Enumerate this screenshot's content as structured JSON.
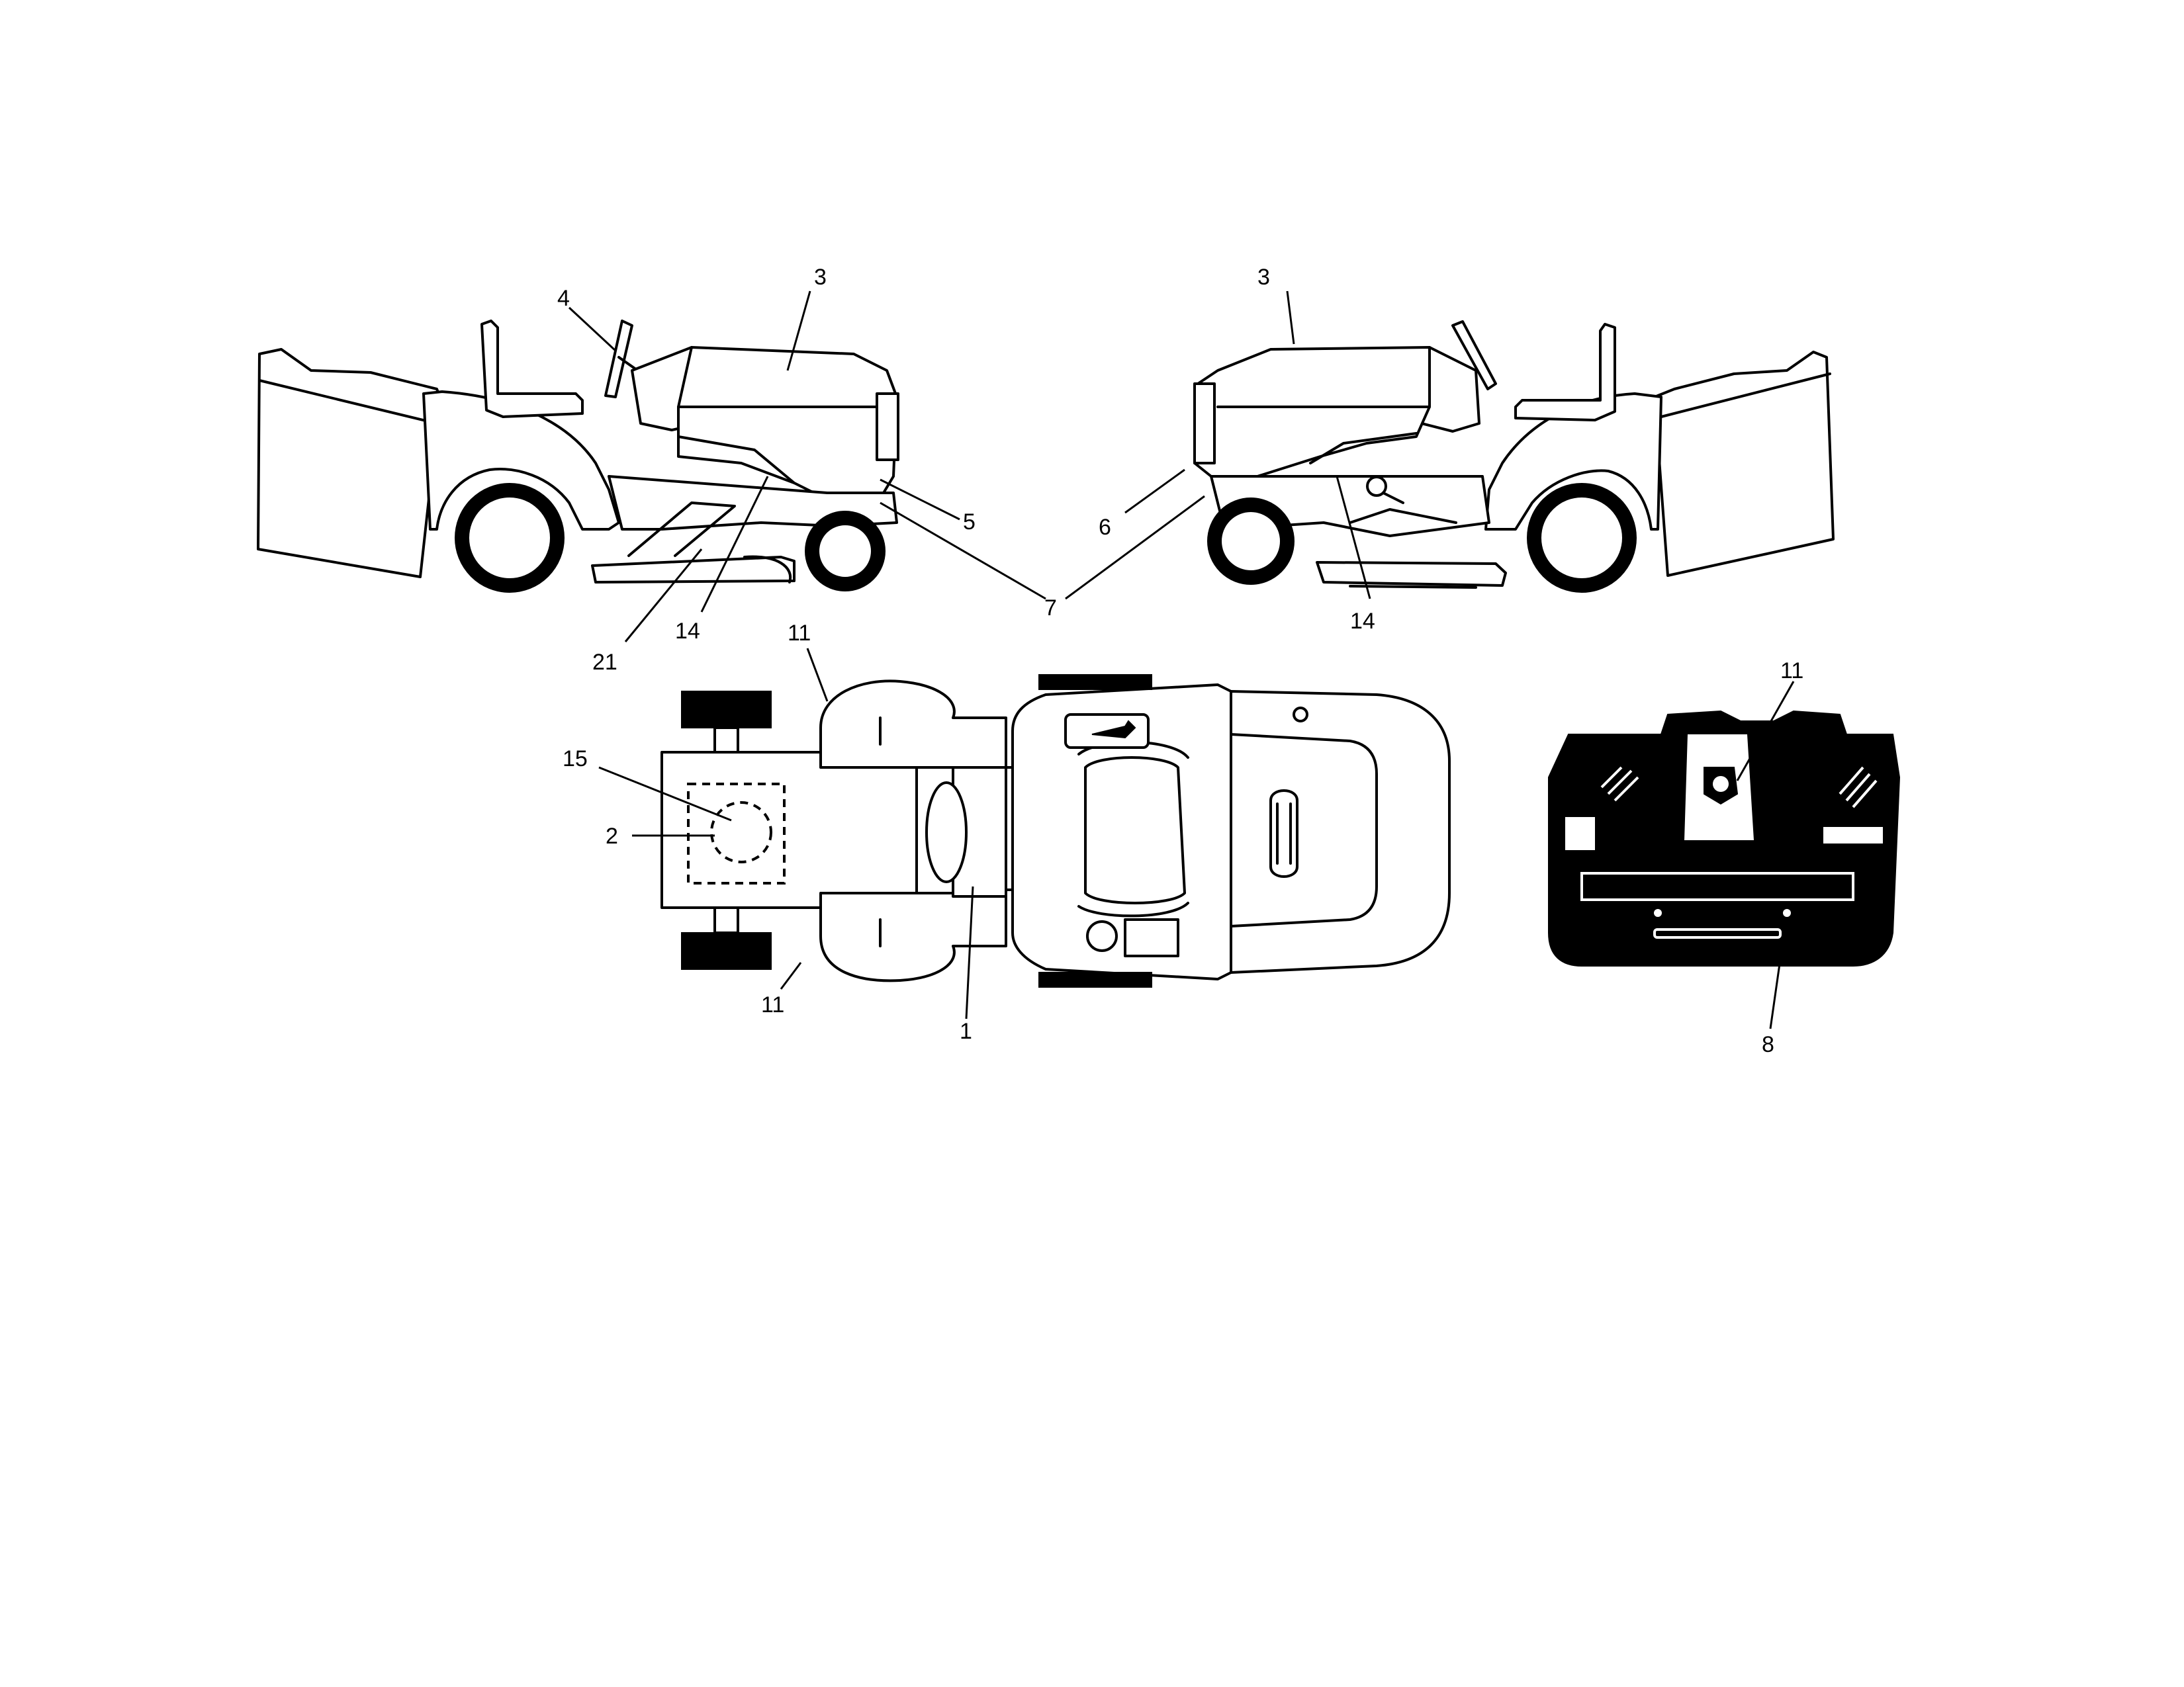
{
  "callouts": {
    "left_side": {
      "c3": "3",
      "c4": "4",
      "c5": "5",
      "c7": "7",
      "c14": "14",
      "c21": "21"
    },
    "right_side": {
      "c3": "3",
      "c6": "6",
      "c14": "14"
    },
    "top_view": {
      "c11a": "11",
      "c11b": "11",
      "c15": "15",
      "c2": "2",
      "c1": "1"
    },
    "rear_view": {
      "c11": "11",
      "c8": "8"
    }
  }
}
